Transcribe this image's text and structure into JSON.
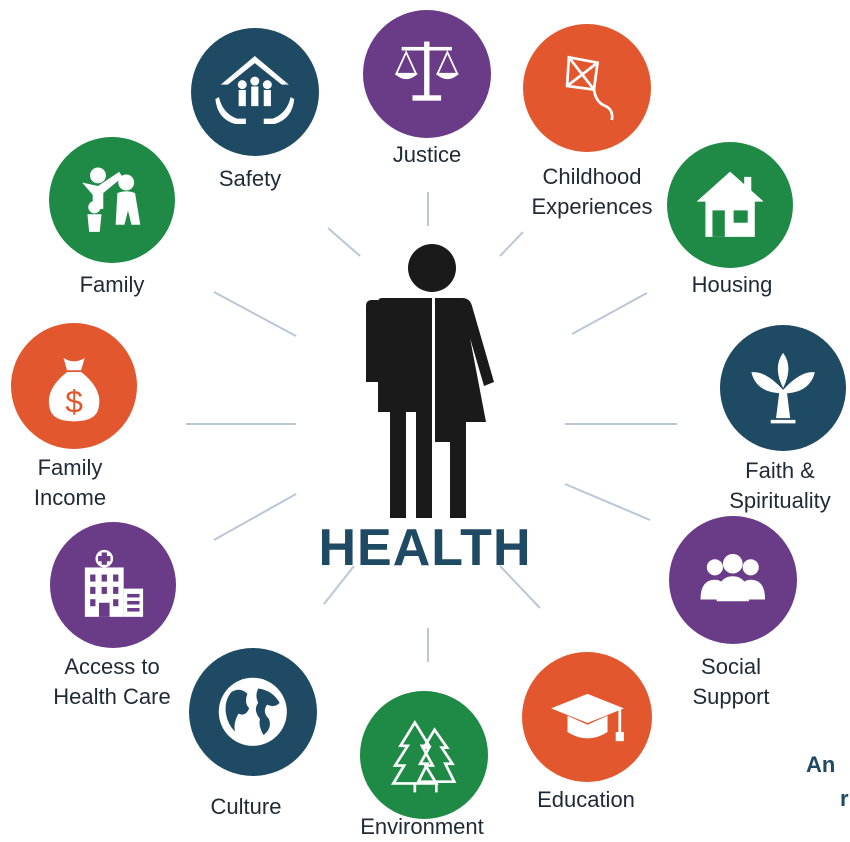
{
  "center": {
    "title": "HEALTH"
  },
  "colors": {
    "purple": "#6a3b87",
    "orange": "#e2572e",
    "green": "#1f8a45",
    "navy": "#1f4a63",
    "line": "#b9c7d6",
    "figure": "#1a1a1a"
  },
  "nodes": [
    {
      "id": "justice",
      "lines": [
        "Justice"
      ],
      "color": "purple",
      "icon": "scales-icon"
    },
    {
      "id": "childhood",
      "lines": [
        "Childhood",
        "Experiences"
      ],
      "color": "orange",
      "icon": "kite-icon"
    },
    {
      "id": "housing",
      "lines": [
        "Housing"
      ],
      "color": "green",
      "icon": "house-icon"
    },
    {
      "id": "faith",
      "lines": [
        "Faith &",
        "Spirituality"
      ],
      "color": "navy",
      "icon": "tree-icon"
    },
    {
      "id": "social",
      "lines": [
        "Social",
        "Support"
      ],
      "color": "purple",
      "icon": "people-icon"
    },
    {
      "id": "education",
      "lines": [
        "Education"
      ],
      "color": "orange",
      "icon": "graduation-cap-icon"
    },
    {
      "id": "environment",
      "lines": [
        "Environment"
      ],
      "color": "green",
      "icon": "pine-trees-icon"
    },
    {
      "id": "culture",
      "lines": [
        "Culture"
      ],
      "color": "navy",
      "icon": "globe-icon"
    },
    {
      "id": "access",
      "lines": [
        "Access to",
        "Health Care"
      ],
      "color": "purple",
      "icon": "hospital-icon"
    },
    {
      "id": "income",
      "lines": [
        "Family",
        "Income"
      ],
      "color": "orange",
      "icon": "money-bag-icon"
    },
    {
      "id": "family",
      "lines": [
        "Family"
      ],
      "color": "green",
      "icon": "family-icon"
    },
    {
      "id": "safety",
      "lines": [
        "Safety"
      ],
      "color": "navy",
      "icon": "home-hands-icon"
    }
  ],
  "corner": {
    "line1": "An",
    "line2": "r"
  }
}
